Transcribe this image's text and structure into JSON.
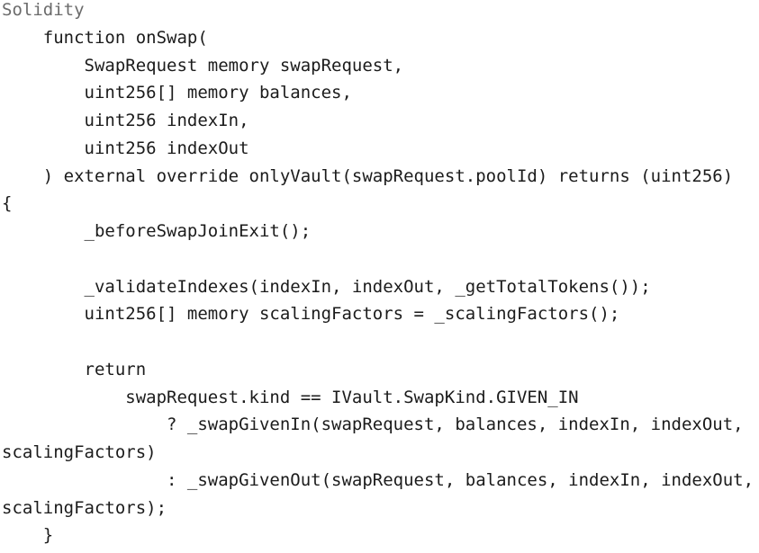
{
  "colors": {
    "background": "#ffffff",
    "label_text": "#6b6b6b",
    "code_text": "#1b1b1b"
  },
  "header": {
    "language_label": "Solidity"
  },
  "code": {
    "language": "Solidity",
    "lines": [
      "    function onSwap(",
      "        SwapRequest memory swapRequest,",
      "        uint256[] memory balances,",
      "        uint256 indexIn,",
      "        uint256 indexOut",
      "    ) external override onlyVault(swapRequest.poolId) returns (uint256)",
      "{",
      "        _beforeSwapJoinExit();",
      "",
      "        _validateIndexes(indexIn, indexOut, _getTotalTokens());",
      "        uint256[] memory scalingFactors = _scalingFactors();",
      "",
      "        return",
      "            swapRequest.kind == IVault.SwapKind.GIVEN_IN",
      "                ? _swapGivenIn(swapRequest, balances, indexIn, indexOut,",
      "scalingFactors)",
      "                : _swapGivenOut(swapRequest, balances, indexIn, indexOut,",
      "scalingFactors);",
      "    }"
    ]
  }
}
